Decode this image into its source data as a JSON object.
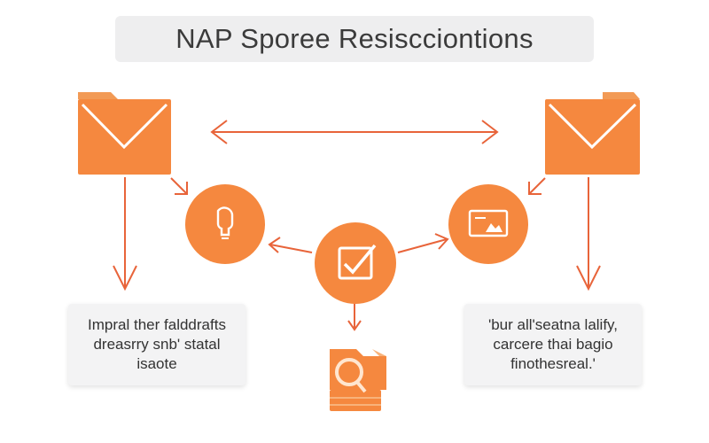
{
  "title": "NAP Sporee Resiscciontions",
  "note_left": [
    "Impral ther falddrafts",
    "dreasrry snb' statal",
    "isaote"
  ],
  "note_right": [
    "'bur all'seatna lalify,",
    "carcere thai bagio",
    "finothesreal.'"
  ],
  "colors": {
    "accent": "#f5883f",
    "accent_dark": "#e9712a",
    "arrow": "#e8643a",
    "panel": "#eeeeef"
  },
  "icons": [
    "folder-mail-icon-left",
    "folder-mail-icon-right",
    "bulb-icon",
    "check-icon",
    "image-icon",
    "package-icon"
  ]
}
